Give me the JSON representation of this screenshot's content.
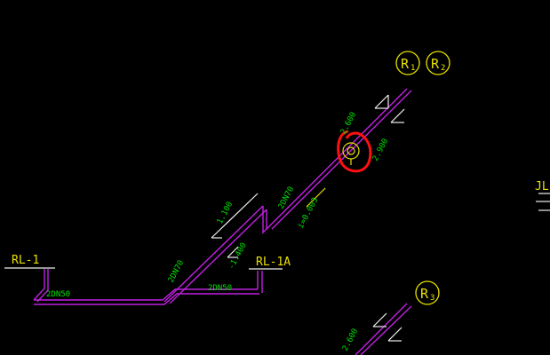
{
  "colors": {
    "background": "#000000",
    "pipe": "#c020e0",
    "annotation": "#00e000",
    "symbol": "#e8e000",
    "label": "#f0f0f0",
    "highlight": "#ff1010"
  },
  "labels": {
    "rl_1": "RL-1",
    "rl_1a": "RL-1A",
    "jl_partial": "JL-"
  },
  "bubbles": {
    "r1": "R",
    "r1_sub": "1",
    "r2": "R",
    "r2_sub": "2",
    "r3": "R",
    "r3_sub": "3"
  },
  "annotations": {
    "pipe_2dn50_left": "2DN50",
    "pipe_2dn50_mid": "2DN50",
    "pipe_2dn70_low": "2DN70",
    "pipe_2dn70_mid": "2DN70",
    "elev_1100": "1.100",
    "elev_1400": "-1.400",
    "elev_0003": "i=0.003",
    "elev_2600_top": "2.600",
    "elev_2900": "2.900",
    "elev_2600_bottom": "2.600"
  },
  "icons": [
    "floor-drain-symbol",
    "highlight-circle"
  ]
}
